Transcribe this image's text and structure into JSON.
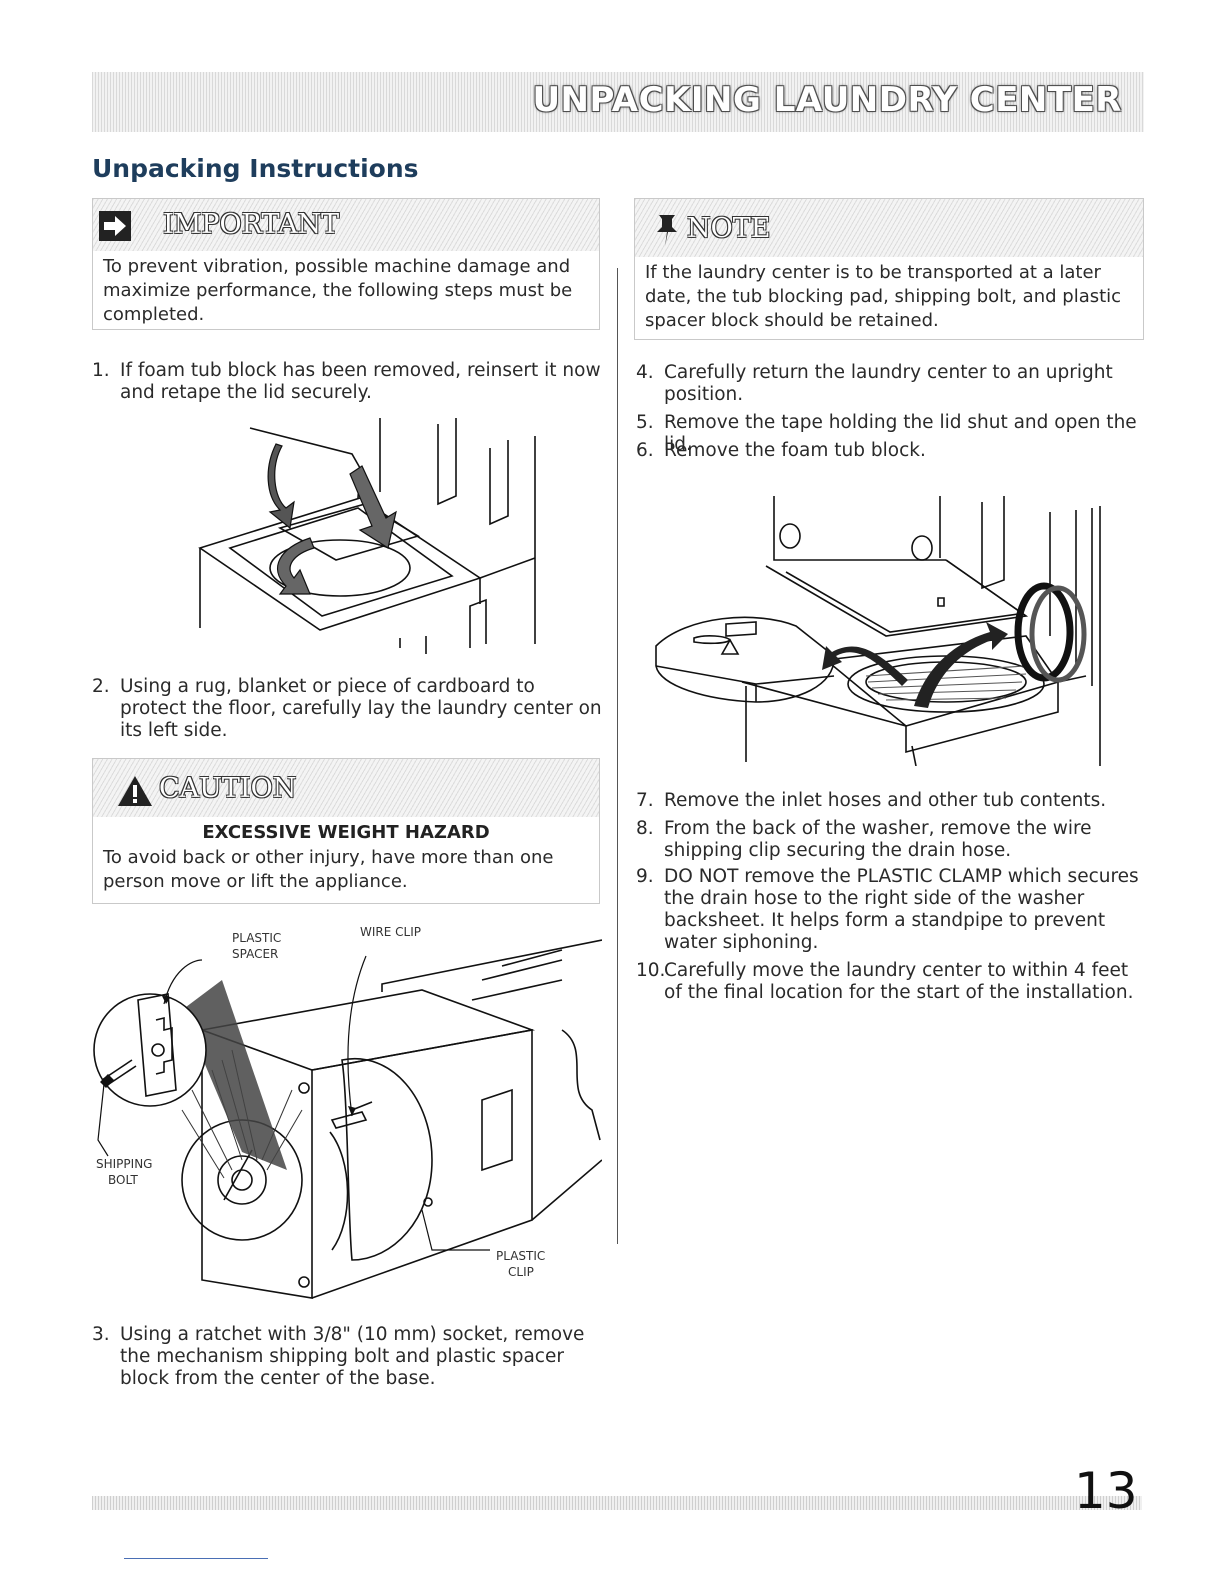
{
  "banner": {
    "title": "UNPACKING LAUNDRY CENTER"
  },
  "section": {
    "heading": "Unpacking Instructions"
  },
  "important": {
    "title": "IMPORTANT",
    "icon": "arrow-box-icon",
    "text": "To prevent vibration, possible machine damage and maximize performance, the following steps must be completed."
  },
  "note": {
    "title": "NOTE",
    "icon": "pushpin-icon",
    "text": "If the laundry center is to be transported at a later date, the tub blocking pad, shipping bolt, and plastic spacer block should be retained."
  },
  "caution": {
    "title": "CAUTION",
    "icon": "warning-triangle-icon",
    "subhead": "EXCESSIVE WEIGHT HAZARD",
    "text": "To avoid back or other injury, have more than one person move or lift the appliance."
  },
  "steps_left": [
    {
      "num": "1.",
      "text": "If foam tub block has been removed, reinsert it now and retape the lid securely."
    },
    {
      "num": "2.",
      "text": "Using a rug, blanket or piece of cardboard to protect the floor, carefully lay the laundry center on its left side."
    },
    {
      "num": "3.",
      "text": "Using a ratchet with 3/8\" (10 mm) socket, remove the mechanism shipping bolt and plastic spacer block from the center of the base."
    }
  ],
  "steps_right_a": [
    {
      "num": "4.",
      "text": "Carefully return the laundry center to an upright position."
    },
    {
      "num": "5.",
      "text": "Remove the tape holding the lid shut and open the lid."
    },
    {
      "num": "6.",
      "text": "Remove the foam tub block."
    }
  ],
  "steps_right_b": [
    {
      "num": "7.",
      "text": "Remove the inlet hoses and other tub contents."
    },
    {
      "num": "8.",
      "text": "From the back of the washer, remove the wire shipping clip securing the drain hose."
    },
    {
      "num": "9.",
      "text": "DO NOT remove the PLASTIC CLAMP which secures the drain hose to the right side of the washer backsheet. It helps form a standpipe to prevent water siphoning."
    },
    {
      "num": "10.",
      "text": "Carefully move the laundry center to within 4 feet of the final location for the start of the installation."
    }
  ],
  "figure3_labels": {
    "plastic_spacer_1": "PLASTIC",
    "plastic_spacer_2": "SPACER",
    "wire_clip": "WIRE CLIP",
    "shipping_bolt_1": "SHIPPING",
    "shipping_bolt_2": "BOLT",
    "plastic_clip_1": "PLASTIC",
    "plastic_clip_2": "CLIP"
  },
  "footer": {
    "page_number": "13"
  }
}
